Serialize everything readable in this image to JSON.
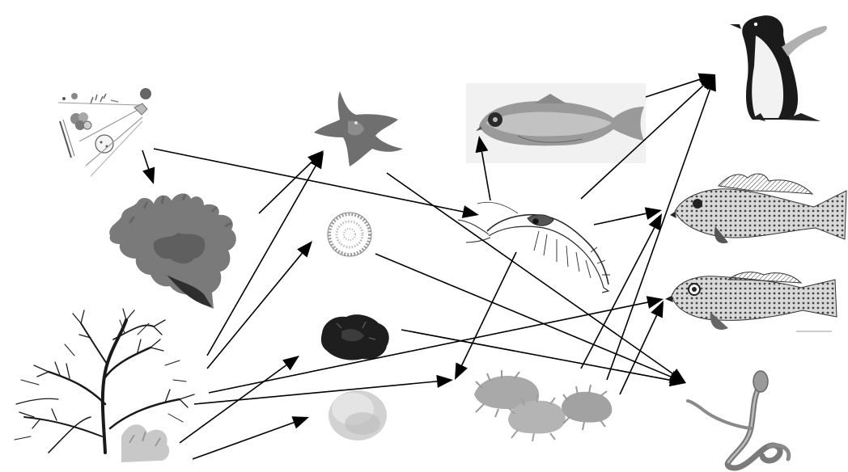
{
  "diagram": {
    "type": "food-web",
    "text": [],
    "colors": {
      "background": "#ffffff",
      "arrow": "#000000",
      "organism_dark": "#1f1f1f",
      "organism_mid": "#6e6e6e",
      "organism_light": "#c8c8c8"
    },
    "nodes": [
      {
        "id": "phytoplankton",
        "depiction": "phytoplankton-cells-drawing"
      },
      {
        "id": "coral",
        "depiction": "branching-coral-photo"
      },
      {
        "id": "macroalgae",
        "depiction": "branching-seaweed-photo"
      },
      {
        "id": "sea-star",
        "depiction": "sea-star-photo"
      },
      {
        "id": "sea-urchin",
        "depiction": "sea-urchin-drawing"
      },
      {
        "id": "sponge",
        "depiction": "dark-sponge-photo"
      },
      {
        "id": "limpet",
        "depiction": "limpet-shell-photo"
      },
      {
        "id": "lanternfish",
        "depiction": "lanternfish-photo"
      },
      {
        "id": "krill",
        "depiction": "krill-drawing"
      },
      {
        "id": "amphipods",
        "depiction": "amphipods-photo"
      },
      {
        "id": "penguin",
        "depiction": "penguin-photo"
      },
      {
        "id": "rockcod",
        "depiction": "rockcod-drawing"
      },
      {
        "id": "icefish",
        "depiction": "icefish-drawing"
      },
      {
        "id": "nemertean-worm",
        "depiction": "ribbon-worm-photo"
      }
    ],
    "edges": [
      {
        "from": "phytoplankton",
        "to": "coral"
      },
      {
        "from": "phytoplankton",
        "to": "krill"
      },
      {
        "from": "coral",
        "to": "sea-star"
      },
      {
        "from": "macroalgae",
        "to": "sea-star"
      },
      {
        "from": "macroalgae",
        "to": "sea-urchin"
      },
      {
        "from": "macroalgae",
        "to": "sponge"
      },
      {
        "from": "macroalgae",
        "to": "limpet"
      },
      {
        "from": "macroalgae",
        "to": "amphipods"
      },
      {
        "from": "macroalgae",
        "to": "icefish"
      },
      {
        "from": "sea-star",
        "to": "nemertean-worm"
      },
      {
        "from": "sea-urchin",
        "to": "nemertean-worm"
      },
      {
        "from": "sponge",
        "to": "nemertean-worm"
      },
      {
        "from": "krill",
        "to": "lanternfish"
      },
      {
        "from": "krill",
        "to": "penguin"
      },
      {
        "from": "krill",
        "to": "rockcod"
      },
      {
        "from": "krill",
        "to": "amphipods"
      },
      {
        "from": "lanternfish",
        "to": "penguin"
      },
      {
        "from": "amphipods",
        "to": "penguin"
      },
      {
        "from": "amphipods",
        "to": "rockcod"
      },
      {
        "from": "amphipods",
        "to": "icefish"
      }
    ]
  }
}
